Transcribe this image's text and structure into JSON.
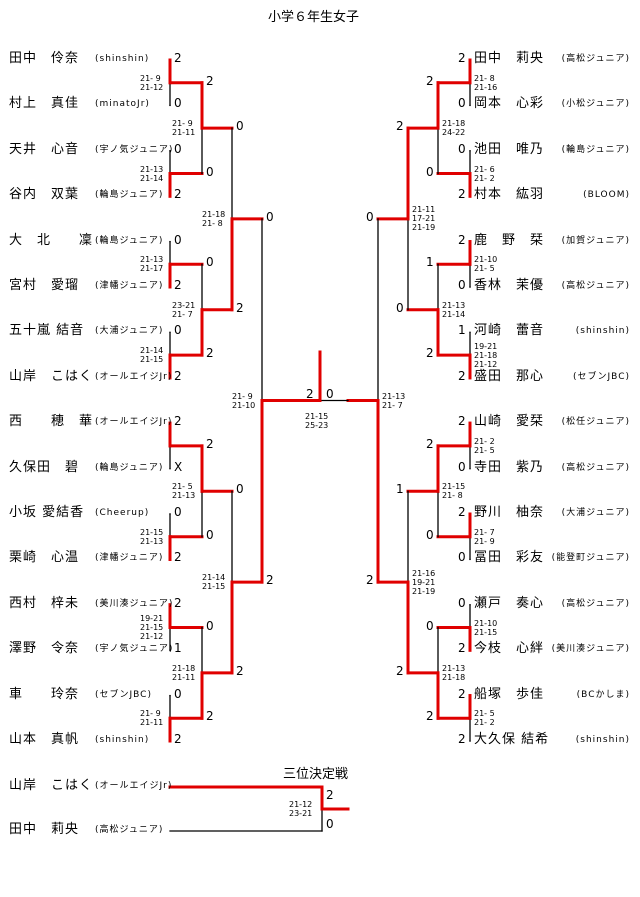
{
  "title": "小学６年生女子",
  "third_place_title": "三位決定戦",
  "colors": {
    "winner_line": "#e00000",
    "loser_line": "#000000"
  },
  "left_players": [
    {
      "name": "田中　伶奈",
      "club": "(shinshin)"
    },
    {
      "name": "村上　真佳",
      "club": "(minatoJr)"
    },
    {
      "name": "天井　心音",
      "club": "(宇ノ気ジュニア)"
    },
    {
      "name": "谷内　双葉",
      "club": "(輪島ジュニア)"
    },
    {
      "name": "大　北　　凜",
      "club": "(輪島ジュニア)"
    },
    {
      "name": "宮村　愛瑠",
      "club": "(津幡ジュニア)"
    },
    {
      "name": "五十嵐 結音",
      "club": "(大浦ジュニア)"
    },
    {
      "name": "山岸　こはく",
      "club": "(オールエイジJr)"
    },
    {
      "name": "西　　穂　華",
      "club": "(オールエイジJr)"
    },
    {
      "name": "久保田　碧",
      "club": "(輪島ジュニア)"
    },
    {
      "name": "小坂 愛結香",
      "club": "(Cheerup)"
    },
    {
      "name": "栗崎　心温",
      "club": "(津幡ジュニア)"
    },
    {
      "name": "西村　梓未",
      "club": "(美川湊ジュニア)"
    },
    {
      "name": "澤野　令奈",
      "club": "(宇ノ気ジュニア)"
    },
    {
      "name": "車　　玲奈",
      "club": "(セブンJBC)"
    },
    {
      "name": "山本　真帆",
      "club": "(shinshin)"
    }
  ],
  "right_players": [
    {
      "name": "田中　莉央",
      "club": "(高松ジュニア)"
    },
    {
      "name": "岡本　心彩",
      "club": "(小松ジュニア)"
    },
    {
      "name": "池田　唯乃",
      "club": "(輪島ジュニア)"
    },
    {
      "name": "村本　紘羽",
      "club": "(BLOOM)"
    },
    {
      "name": "鹿　野　栞",
      "club": "(加賀ジュニア)"
    },
    {
      "name": "香林　茉優",
      "club": "(高松ジュニア)"
    },
    {
      "name": "河崎　蕾音",
      "club": "(shinshin)"
    },
    {
      "name": "盛田　那心",
      "club": "(セブンJBC)"
    },
    {
      "name": "山崎　愛栞",
      "club": "(松任ジュニア)"
    },
    {
      "name": "寺田　紫乃",
      "club": "(高松ジュニア)"
    },
    {
      "name": "野川　柚奈",
      "club": "(大浦ジュニア)"
    },
    {
      "name": "冨田　彩友",
      "club": "(能登町ジュニア)"
    },
    {
      "name": "瀬戸　奏心",
      "club": "(高松ジュニア)"
    },
    {
      "name": "今枝　心絆",
      "club": "(美川湊ジュニア)"
    },
    {
      "name": "船塚　歩佳",
      "club": "(BCかしま)"
    },
    {
      "name": "大久保 結希",
      "club": "(shinshin)"
    }
  ],
  "third_place": {
    "players": [
      {
        "name": "山岸　こはく",
        "club": "(オールエイジJr)"
      },
      {
        "name": "田中　莉央",
        "club": "(高松ジュニア)"
      }
    ],
    "scores": [
      "2",
      "0"
    ],
    "games": "21-12\n23-21"
  },
  "left_r1": [
    {
      "scores": [
        "2",
        "0"
      ],
      "games": "21- 9\n21-12"
    },
    {
      "scores": [
        "0",
        "2"
      ],
      "games": "21-13\n21-14"
    },
    {
      "scores": [
        "0",
        "2"
      ],
      "games": "21-13\n21-17"
    },
    {
      "scores": [
        "0",
        "2"
      ],
      "games": "21-14\n21-15"
    },
    {
      "scores": [
        "2",
        "X"
      ],
      "games": ""
    },
    {
      "scores": [
        "0",
        "2"
      ],
      "games": "21-15\n21-13"
    },
    {
      "scores": [
        "2",
        "1"
      ],
      "games": "19-21\n21-15\n21-12"
    },
    {
      "scores": [
        "0",
        "2"
      ],
      "games": "21- 9\n21-11"
    }
  ],
  "left_r2": [
    {
      "scores": [
        "2",
        "0"
      ],
      "games": "21- 9\n21-11"
    },
    {
      "scores": [
        "0",
        "2"
      ],
      "games": "23-21\n21- 7"
    },
    {
      "scores": [
        "2",
        "0"
      ],
      "games": "21- 5\n21-13"
    },
    {
      "scores": [
        "0",
        "2"
      ],
      "games": "21-18\n21-11"
    }
  ],
  "left_r3": [
    {
      "scores": [
        "0",
        "2"
      ],
      "games": "21-18\n21- 8"
    },
    {
      "scores": [
        "0",
        "2"
      ],
      "games": "21-14\n21-15"
    }
  ],
  "left_r4": {
    "scores": [
      "0",
      "2"
    ],
    "games": "21- 9\n21-10"
  },
  "right_r1": [
    {
      "scores": [
        "2",
        "0"
      ],
      "games": "21- 8\n21-16"
    },
    {
      "scores": [
        "0",
        "2"
      ],
      "games": "21- 6\n21- 2"
    },
    {
      "scores": [
        "2",
        "0"
      ],
      "games": "21-10\n21- 5"
    },
    {
      "scores": [
        "1",
        "2"
      ],
      "games": "19-21\n21-18\n21-12"
    },
    {
      "scores": [
        "2",
        "0"
      ],
      "games": "21- 2\n21- 5"
    },
    {
      "scores": [
        "2",
        "0"
      ],
      "games": "21- 7\n21- 9"
    },
    {
      "scores": [
        "0",
        "2"
      ],
      "games": "21-10\n21-15"
    },
    {
      "scores": [
        "2",
        "2"
      ],
      "games": "21- 5\n21- 2"
    }
  ],
  "right_r2": [
    {
      "scores": [
        "2",
        "0"
      ],
      "games": "21-18\n24-22"
    },
    {
      "scores": [
        "1",
        "2"
      ],
      "games": "21-13\n21-14"
    },
    {
      "scores": [
        "2",
        "0"
      ],
      "games": "21-15\n21- 8"
    },
    {
      "scores": [
        "0",
        "2"
      ],
      "games": "21-13\n21-18"
    }
  ],
  "right_r3": [
    {
      "scores": [
        "2",
        "0"
      ],
      "games": "21-11\n17-21\n21-19"
    },
    {
      "scores": [
        "1",
        "2"
      ],
      "games": "21-16\n19-21\n21-19"
    }
  ],
  "right_r4": {
    "scores": [
      "0",
      "2"
    ],
    "games": "21-13\n21- 7"
  },
  "final": {
    "scores": [
      "2",
      "0"
    ],
    "games": "21-15\n25-23"
  }
}
